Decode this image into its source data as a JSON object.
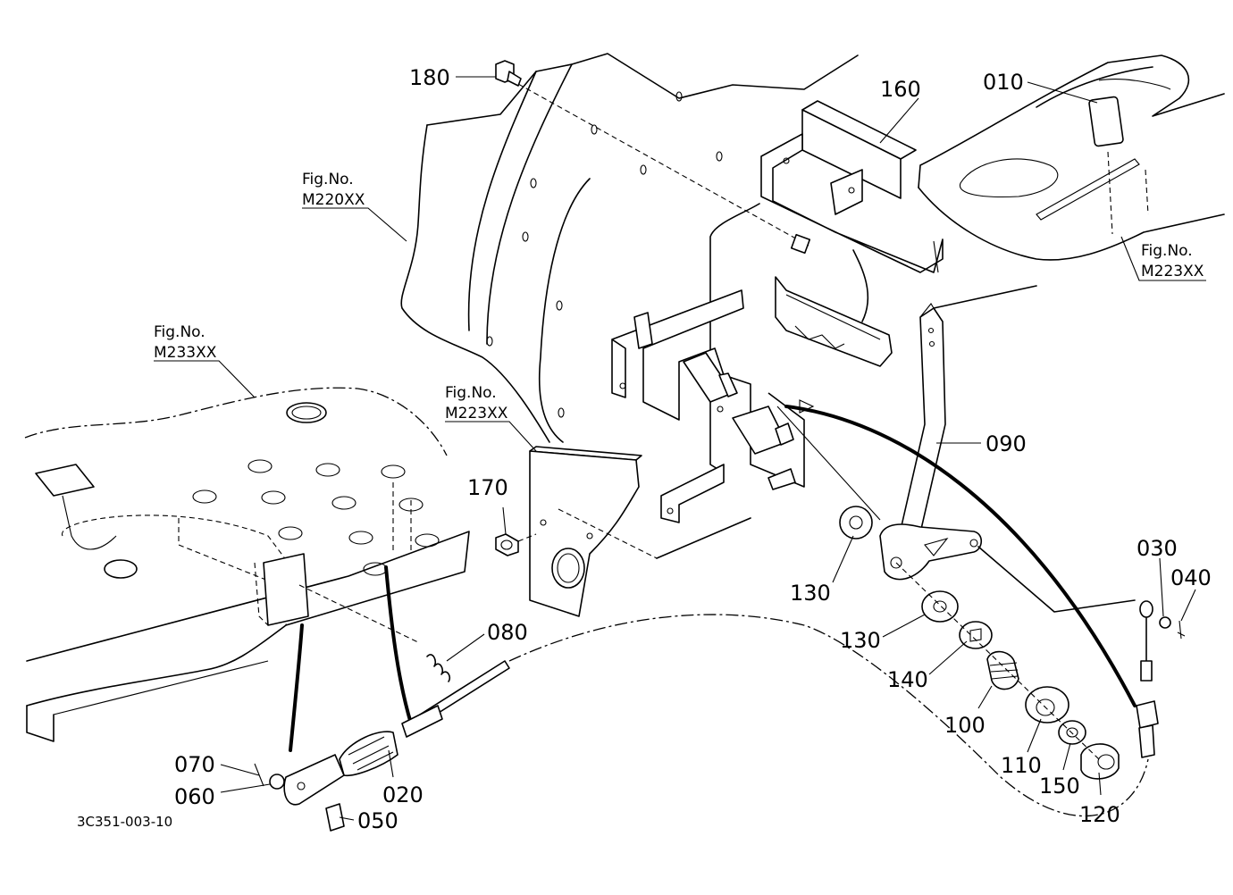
{
  "drawing_code": "3C351-003-10",
  "fig_refs": [
    {
      "id": "m220",
      "fig": "Fig.No.",
      "ref": "M220XX"
    },
    {
      "id": "m233",
      "fig": "Fig.No.",
      "ref": "M233XX"
    },
    {
      "id": "m223_center",
      "fig": "Fig.No.",
      "ref": "M223XX"
    },
    {
      "id": "m223_right",
      "fig": "Fig.No.",
      "ref": "M223XX"
    }
  ],
  "parts": [
    {
      "id": "p180",
      "no": "180"
    },
    {
      "id": "p160",
      "no": "160"
    },
    {
      "id": "p010",
      "no": "010"
    },
    {
      "id": "p090",
      "no": "090"
    },
    {
      "id": "p170",
      "no": "170"
    },
    {
      "id": "p130a",
      "no": "130"
    },
    {
      "id": "p130b",
      "no": "130"
    },
    {
      "id": "p140",
      "no": "140"
    },
    {
      "id": "p100",
      "no": "100"
    },
    {
      "id": "p110",
      "no": "110"
    },
    {
      "id": "p150",
      "no": "150"
    },
    {
      "id": "p120",
      "no": "120"
    },
    {
      "id": "p030",
      "no": "030"
    },
    {
      "id": "p040",
      "no": "040"
    },
    {
      "id": "p080",
      "no": "080"
    },
    {
      "id": "p070",
      "no": "070"
    },
    {
      "id": "p060",
      "no": "060"
    },
    {
      "id": "p020",
      "no": "020"
    },
    {
      "id": "p050",
      "no": "050"
    }
  ]
}
